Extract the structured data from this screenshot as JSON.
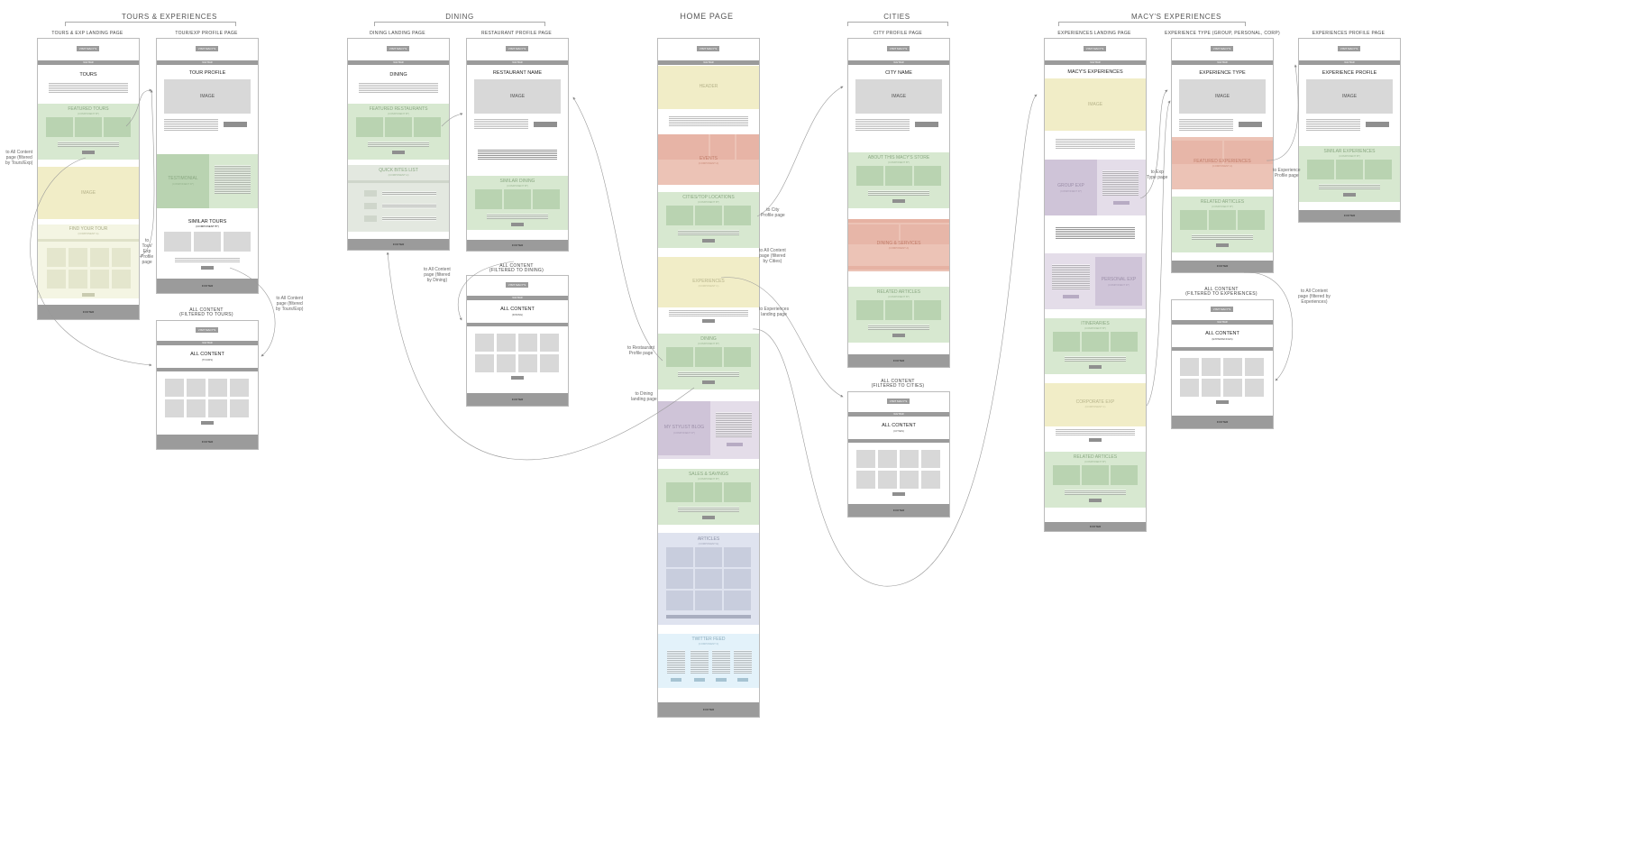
{
  "sections": {
    "tours": "TOURS & EXPERIENCES",
    "dining": "DINING",
    "home": "HOME PAGE",
    "cities": "CITIES",
    "macys": "MACY'S EXPERIENCES"
  },
  "page_titles": {
    "tours_landing": "TOURS & EXP LANDING PAGE",
    "tour_profile": "TOUR/EXP PROFILE PAGE",
    "tours_all": "ALL CONTENT\n(FILTERED TO TOURS)",
    "dining_landing": "DINING LANDING PAGE",
    "restaurant_profile": "RESTAURANT PROFILE PAGE",
    "dining_all": "ALL CONTENT\n(FILTERED TO DINING)",
    "city_profile": "CITY PROFILE PAGE",
    "cities_all": "ALL CONTENT\n(FILTERED TO CITIES)",
    "exp_landing": "EXPERIENCES LANDING PAGE",
    "exp_type": "EXPERIENCE TYPE (GROUP, PERSONAL, CORP)",
    "exp_all": "ALL CONTENT\n(FILTERED TO EXPERIENCES)",
    "exp_profile": "EXPERIENCES PROFILE PAGE"
  },
  "common": {
    "visit": "VISIT MACY'S",
    "nav": "NAV BAR",
    "footer": "FOOTER",
    "image": "IMAGE"
  },
  "tours_landing": {
    "title": "TOURS",
    "featured": "FEATURED TOURS",
    "featured_sub": "(COMPONENT B*)",
    "image": "IMAGE",
    "find": "FIND YOUR TOUR",
    "find_sub": "(COMPONENT G)"
  },
  "tour_profile": {
    "title": "TOUR PROFILE",
    "testimonial": "TESTIMONIAL",
    "testimonial_sub": "(COMPONENT D*)",
    "similar": "SIMILAR TOURS",
    "similar_sub": "(COMPONENT B*)"
  },
  "all_content": {
    "title": "ALL CONTENT",
    "tours_sub": "(TOURS)",
    "dining_sub": "(DINING)",
    "cities_sub": "(CITIES)",
    "exp_sub": "(EXPERIENCES)"
  },
  "dining_landing": {
    "title": "DINING",
    "featured": "FEATURED RESTAURANTS",
    "featured_sub": "(COMPONENT B*)",
    "quick": "QUICK BITES LIST",
    "quick_sub": "(COMPONENT H)"
  },
  "restaurant_profile": {
    "title": "RESTAURANT NAME",
    "similar": "SIMILAR DINING",
    "similar_sub": "(COMPONENT B*)"
  },
  "home": {
    "header": "HEADER",
    "events": "EVENTS",
    "events_sub": "(COMPONENT A)",
    "cities": "CITIES/TOP LOCATIONS",
    "cities_sub": "(COMPONENT B*)",
    "experiences": "EXPERIENCES",
    "experiences_sub": "(COMPONENT C)",
    "dining": "DINING",
    "dining_sub": "(COMPONENT B*)",
    "stylist": "MY STYLIST BLOG",
    "stylist_sub": "(COMPONENT D*)",
    "sales": "SALES & SAVINGS",
    "sales_sub": "(COMPONENT B*)",
    "articles": "ARTICLES",
    "articles_sub": "(COMPONENT E)",
    "twitter": "TWITTER FEED",
    "twitter_sub": "(COMPONENT F)"
  },
  "city_profile": {
    "title": "CITY NAME",
    "about": "ABOUT THIS MACY'S STORE",
    "about_sub": "(COMPONENT B*)",
    "dining": "DINING & SERVICES",
    "dining_sub": "(COMPONENT A)",
    "related": "RELATED ARTICLES",
    "related_sub": "(COMPONENT B*)"
  },
  "exp_landing": {
    "title": "MACY'S EXPERIENCES",
    "group": "GROUP EXP",
    "group_sub": "(COMPONENT D*)",
    "personal": "PERSONAL EXP",
    "personal_sub": "(COMPONENT D*)",
    "itineraries": "ITINERARIES",
    "itineraries_sub": "(COMPONENT B*)",
    "corporate": "CORPORATE EXP",
    "corporate_sub": "(COMPONENT C)",
    "related": "RELATED ARTICLES",
    "related_sub": "(COMPONENT B*)"
  },
  "exp_type": {
    "title": "EXPERIENCE TYPE",
    "featured": "FEATURED EXPERIENCES",
    "featured_sub": "(COMPONENT A)",
    "related": "RELATED ARTICLES",
    "related_sub": "(COMPONENT B*)"
  },
  "exp_profile": {
    "title": "EXPERIENCE PROFILE",
    "similar": "SIMILAR EXPERIENCES",
    "similar_sub": "(COMPONENT B*)"
  },
  "annotations": {
    "a1": "to All Content\npage (filtered\nby Tours/Exp)",
    "a2": "to\nTour/\nExp\nProfile\npage",
    "a3": "to All Content\npage (filtered\nby Tours/Exp)",
    "a4": "to All Content\npage (filtered\nby Dining)",
    "a5": "to Restaurant\nProfile page",
    "a6": "to Dining\nlanding page",
    "a7": "to City\nProfile page",
    "a8": "to All Content\npage (filtered\nby Cities)",
    "a9": "to Experiences\nlanding page",
    "a10": "to Exp\nType page",
    "a11": "to Experience\nProfile page",
    "a12": "to All Content\npage (filtered by\nExperiences)"
  },
  "colors": {
    "green": "#d7e8d0",
    "yellow": "#f1edc7",
    "red": "#ecc3b6",
    "purple": "#e4dde9",
    "blue": "#dfe3ef",
    "sky": "#e3f2fa",
    "gray": "#9b9b9b"
  }
}
